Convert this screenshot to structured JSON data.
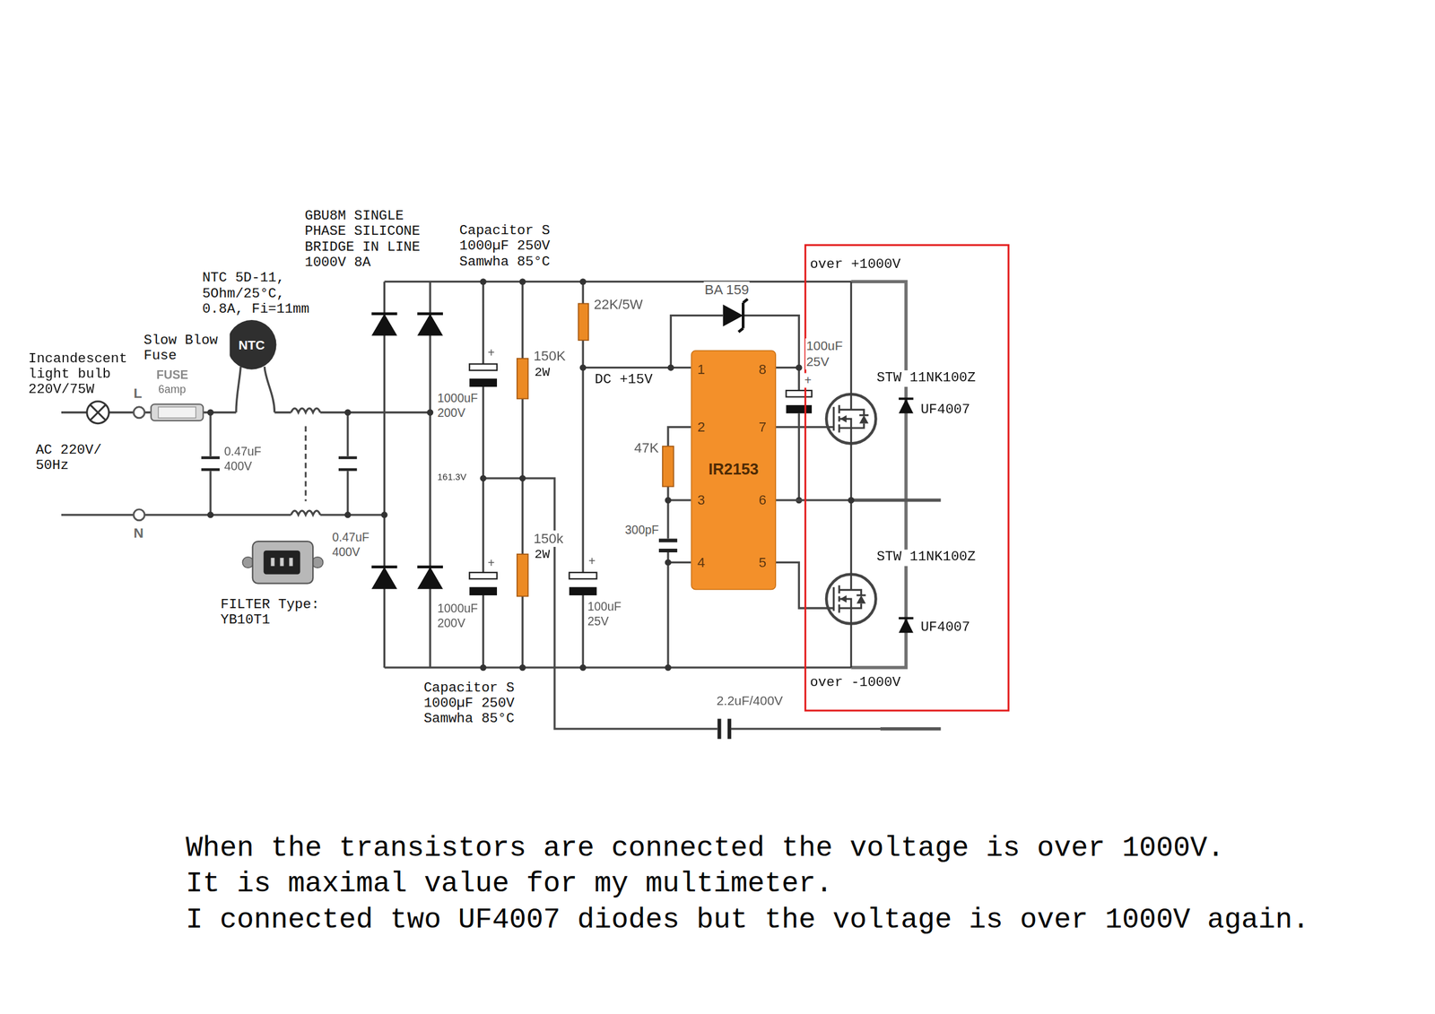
{
  "diagram": {
    "nodes": [
      {
        "text": [
          "NTC"
        ]
      },
      {
        "text": [
          "IR2153"
        ]
      },
      {
        "text": [
          "over +1000V",
          "STW 11NK100Z",
          "UF4007",
          "STW 11NK100Z",
          "UF4007",
          "over -1000V"
        ]
      }
    ],
    "edges": [
      {
        "from": 1,
        "to": 2,
        "arrow": "none"
      },
      {
        "from": 1,
        "to": 2,
        "arrow": "none"
      },
      {
        "from": 1,
        "to": 2,
        "arrow": "none"
      }
    ],
    "labels": [
      "GBU8M SINGLE PHASE SILICONE BRIDGE IN LINE 1000V 8A",
      "Capacitor S 1000µF 250V Samwha 85°C",
      "NTC 5D-11, 5Ohm/25°C, 0.8A, Fi=11mm",
      "BA 159",
      "22K/5W",
      "Slow Blow Fuse",
      "FUSE",
      "6amp",
      "Incandescent light bulb 220V/75W",
      "100uF 25V",
      "150K",
      "2W",
      "+",
      "+",
      "DC +15V",
      "1",
      "8",
      "L",
      "1000uF 200V",
      "2",
      "7",
      "47K",
      "AC 220V/ 50Hz",
      "0.47uF 400V",
      "161.3V",
      "3",
      "6",
      "N",
      "0.47uF 400V",
      "300pF",
      "+",
      "+",
      "150k",
      "2W",
      "4",
      "5",
      "FILTER Type: YB10T1",
      "1000uF 200V",
      "100uF 25V",
      "Capacitor S 1000µF 250V Samwha 85°C",
      "2.2uF/400V",
      "When the transistors are connected the voltage is over 1000V.",
      "It is maximal value for my multimeter.",
      "I connected two UF4007 diodes but the voltage is over 1000V again."
    ]
  }
}
